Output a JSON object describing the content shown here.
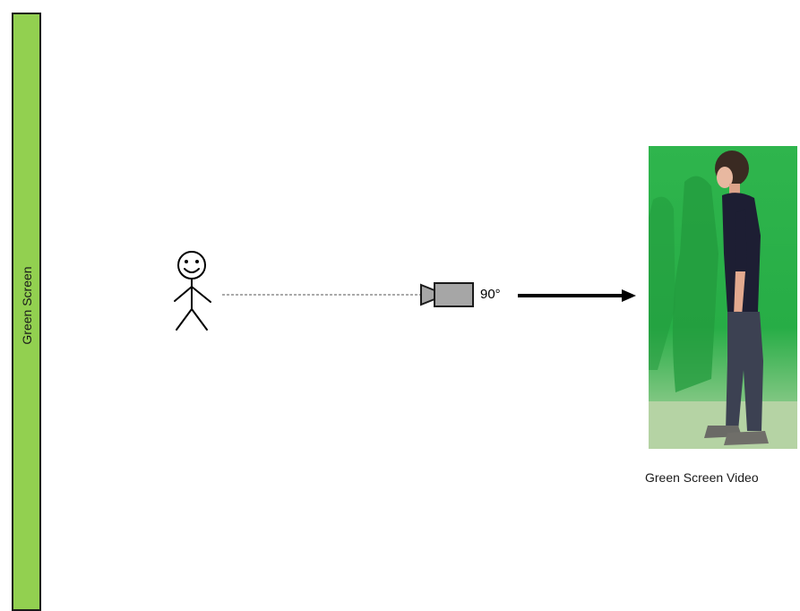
{
  "green_screen": {
    "label": "Green Screen"
  },
  "camera": {
    "angle_label": "90°"
  },
  "video": {
    "caption": "Green Screen Video"
  },
  "colors": {
    "green_screen_fill": "#92d050",
    "camera_body": "#a6a6a6",
    "photo_green": "#2fb54d"
  }
}
